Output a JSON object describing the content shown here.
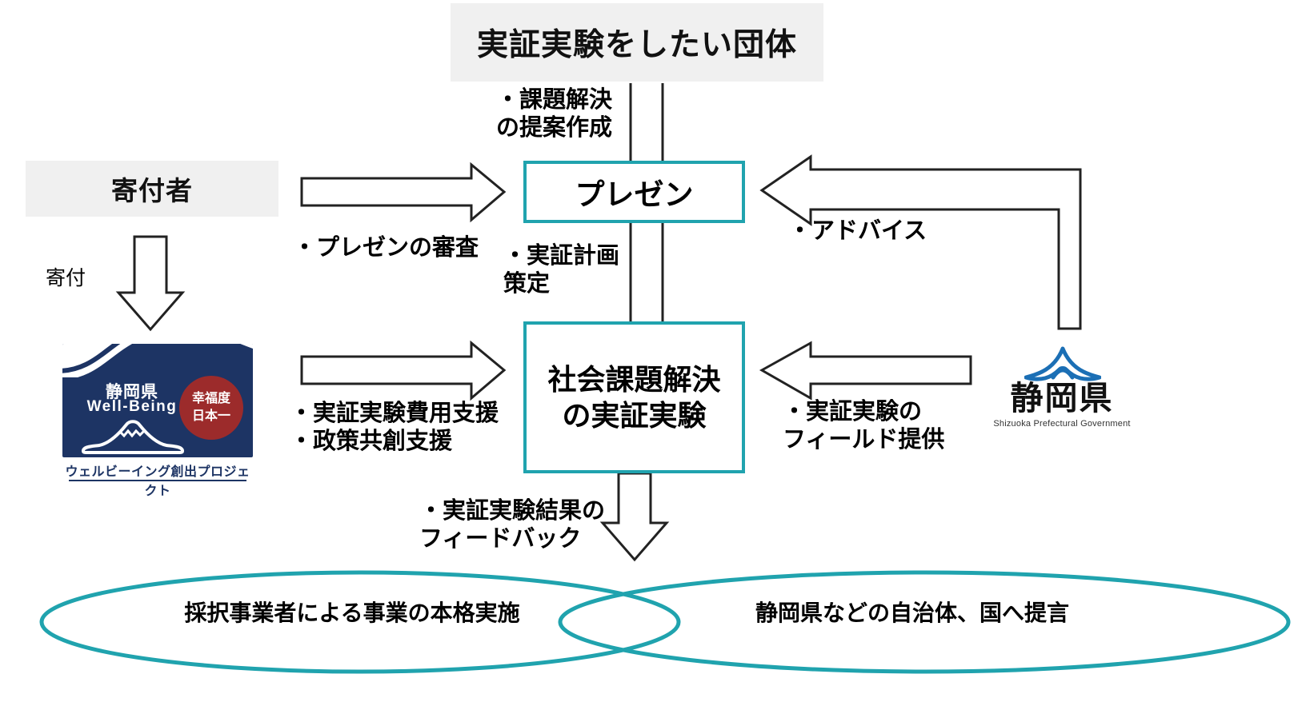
{
  "diagram": {
    "title_box": "実証実験をしたい団体",
    "donor_box": "寄付者",
    "donation_label": "寄付",
    "presentation_box": "プレゼン",
    "experiment_box": "社会課題解決\nの実証実験",
    "labels": {
      "proposal": "・課題解決\nの提案作成",
      "screening": "・プレゼンの審査",
      "plan": "・実証計画\n策定",
      "advice": "・アドバイス",
      "funding": "・実証実験費用支援\n・政策共創支援",
      "field": "・実証実験の\nフィールド提供",
      "feedback": "・実証実験結果の\nフィードバック"
    },
    "outcomes": {
      "left": "採択事業者による事業の本格実施",
      "right": "静岡県などの自治体、国へ提言"
    },
    "wellbeing_logo": {
      "prefecture": "静岡県",
      "english": "Well-Being",
      "badge_line1": "幸福度",
      "badge_line2": "日本一",
      "caption": "ウェルビーイング創出プロジェクト"
    },
    "prefecture_logo": {
      "name": "静岡県",
      "subtitle": "Shizuoka Prefectural Government"
    },
    "colors": {
      "teal": "#20a3ae",
      "chip_grey": "#f0f0f0",
      "logo_navy": "#1d3464",
      "badge_red": "#9c2b2b",
      "pref_blue": "#1b6fb5",
      "outline": "#222222"
    }
  }
}
